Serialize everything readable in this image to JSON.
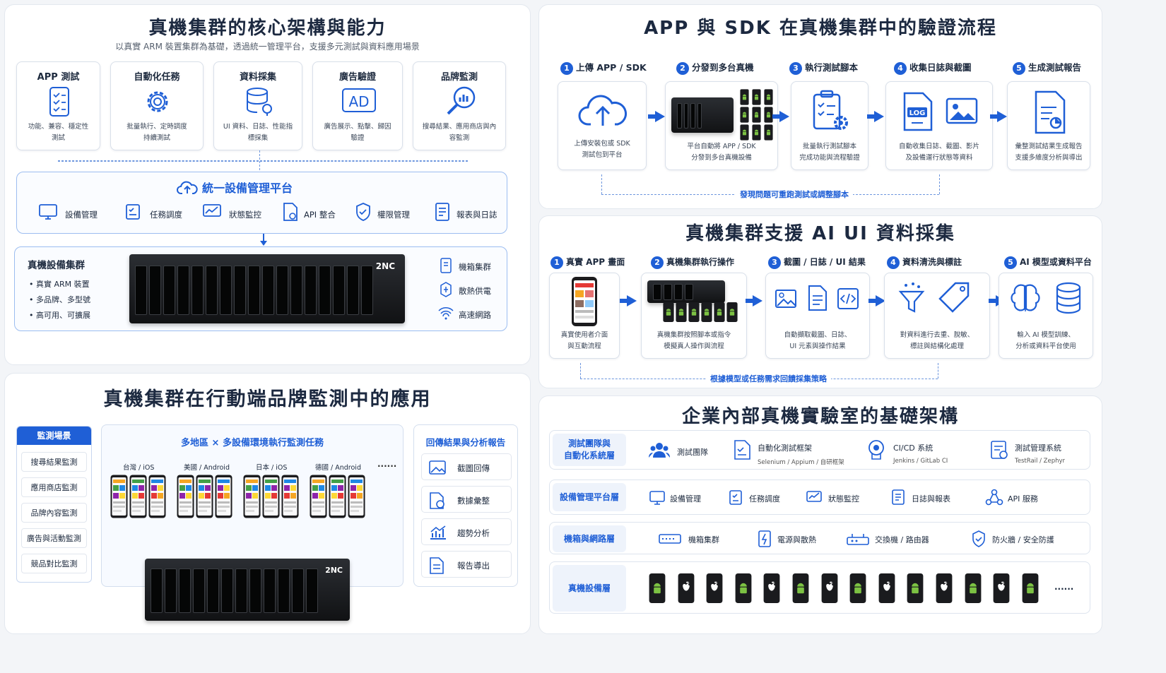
{
  "p1": {
    "title": "真機集群的核心架構與能力",
    "subtitle": "以真實 ARM 裝置集群為基礎，透過統一管理平台，支援多元測試與資料應用場景",
    "cards": [
      {
        "title": "APP 測試",
        "desc": "功能、兼容、穩定性測試",
        "icon": "phone-checklist-icon"
      },
      {
        "title": "自動化任務",
        "desc": "批量執行、定時調度持續測試",
        "icon": "gear-icon"
      },
      {
        "title": "資料採集",
        "desc": "UI 資料、日誌、性能指標採集",
        "icon": "database-icon"
      },
      {
        "title": "廣告驗證",
        "desc": "廣告展示、點擊、歸因驗證",
        "icon": "ad-icon"
      },
      {
        "title": "品牌監測",
        "desc": "搜尋結果、應用商店與內容監測",
        "icon": "magnifier-chart-icon"
      }
    ],
    "platform_title": "統一設備管理平台",
    "platform_items": [
      "設備管理",
      "任務調度",
      "狀態監控",
      "API 整合",
      "權限管理",
      "報表與日誌"
    ],
    "cluster_title": "真機設備集群",
    "cluster_bullets": [
      "真實 ARM 裝置",
      "多品牌、多型號",
      "高可用、可擴展"
    ],
    "server_brand": "2NC",
    "cluster_right": [
      "機箱集群",
      "散熱供電",
      "高速網路"
    ]
  },
  "p2": {
    "title": "APP 與 SDK 在真機集群中的驗證流程",
    "steps": [
      {
        "n": "1",
        "label": "上傳 APP / SDK",
        "desc1": "上傳安裝包或 SDK",
        "desc2": "測試包到平台"
      },
      {
        "n": "2",
        "label": "分發到多台真機",
        "desc1": "平台自動將 APP / SDK",
        "desc2": "分發到多台真機設備"
      },
      {
        "n": "3",
        "label": "執行測試腳本",
        "desc1": "批量執行測試腳本",
        "desc2": "完成功能與流程驗證"
      },
      {
        "n": "4",
        "label": "收集日誌與截圖",
        "desc1": "自動收集日誌、截圖、影片",
        "desc2": "及設備運行狀態等資料"
      },
      {
        "n": "5",
        "label": "生成測試報告",
        "desc1": "彙整測試結果生成報告",
        "desc2": "支援多維度分析與導出"
      }
    ],
    "log_label": "LOG",
    "loop": "發現問題可重跑測試或調整腳本"
  },
  "p3": {
    "title": "真機集群支援 AI UI 資料採集",
    "steps": [
      {
        "n": "1",
        "label": "真實 APP 畫面",
        "desc1": "真實使用者介面",
        "desc2": "與互動流程"
      },
      {
        "n": "2",
        "label": "真機集群執行操作",
        "desc1": "真機集群按照腳本或指令",
        "desc2": "模擬真人操作與流程"
      },
      {
        "n": "3",
        "label": "截圖 / 日誌 / UI 結果",
        "desc1": "自動擷取截圖、日誌、",
        "desc2": "UI 元素與操作結果"
      },
      {
        "n": "4",
        "label": "資料清洗與標註",
        "desc1": "對資料進行去重、脫敏、",
        "desc2": "標註與結構化處理"
      },
      {
        "n": "5",
        "label": "AI 模型或資料平台",
        "desc1": "輸入 AI 模型訓練、",
        "desc2": "分析或資料平台使用"
      }
    ],
    "loop": "根據模型或任務需求回饋採集策略"
  },
  "p4": {
    "title": "真機集群在行動端品牌監測中的應用",
    "scenes_title": "監測場景",
    "scenes": [
      "搜尋結果監測",
      "應用商店監測",
      "品牌內容監測",
      "廣告與活動監測",
      "競品對比監測"
    ],
    "center_title": "多地區 × 多設備環境執行監測任務",
    "regions": [
      "台灣 / iOS",
      "美國 / Android",
      "日本 / iOS",
      "德國 / Android"
    ],
    "more": "......",
    "right_title": "回傳結果與分析報告",
    "results": [
      "截圖回傳",
      "數據彙整",
      "趨勢分析",
      "報告導出"
    ],
    "server_brand": "2NC"
  },
  "p5": {
    "title": "企業內部真機實驗室的基礎架構",
    "layers": [
      {
        "label1": "測試團隊與",
        "label2": "自動化系統層",
        "items": [
          {
            "t": "測試團隊",
            "s": ""
          },
          {
            "t": "自動化測試框架",
            "s": "Selenium / Appium / 自研框架"
          },
          {
            "t": "CI/CD 系統",
            "s": "Jenkins / GitLab CI"
          },
          {
            "t": "測試管理系統",
            "s": "TestRail / Zephyr"
          }
        ]
      },
      {
        "label1": "設備管理平台層",
        "label2": "",
        "items": [
          {
            "t": "設備管理",
            "s": ""
          },
          {
            "t": "任務調度",
            "s": ""
          },
          {
            "t": "狀態監控",
            "s": ""
          },
          {
            "t": "日誌與報表",
            "s": ""
          },
          {
            "t": "API 服務",
            "s": ""
          }
        ]
      },
      {
        "label1": "機箱與網路層",
        "label2": "",
        "items": [
          {
            "t": "機箱集群",
            "s": ""
          },
          {
            "t": "電源與散熱",
            "s": ""
          },
          {
            "t": "交換機 / 路由器",
            "s": ""
          },
          {
            "t": "防火牆 / 安全防護",
            "s": ""
          }
        ]
      },
      {
        "label1": "真機設備層",
        "label2": "",
        "items": []
      }
    ],
    "device_os": [
      "android",
      "ios",
      "ios",
      "android",
      "ios",
      "android",
      "ios",
      "android",
      "ios",
      "android",
      "ios",
      "android",
      "ios",
      "android"
    ],
    "more": "......"
  },
  "colors": {
    "accent": "#1f5fd6",
    "android": "#7cc243",
    "dark": "#1c2940"
  }
}
